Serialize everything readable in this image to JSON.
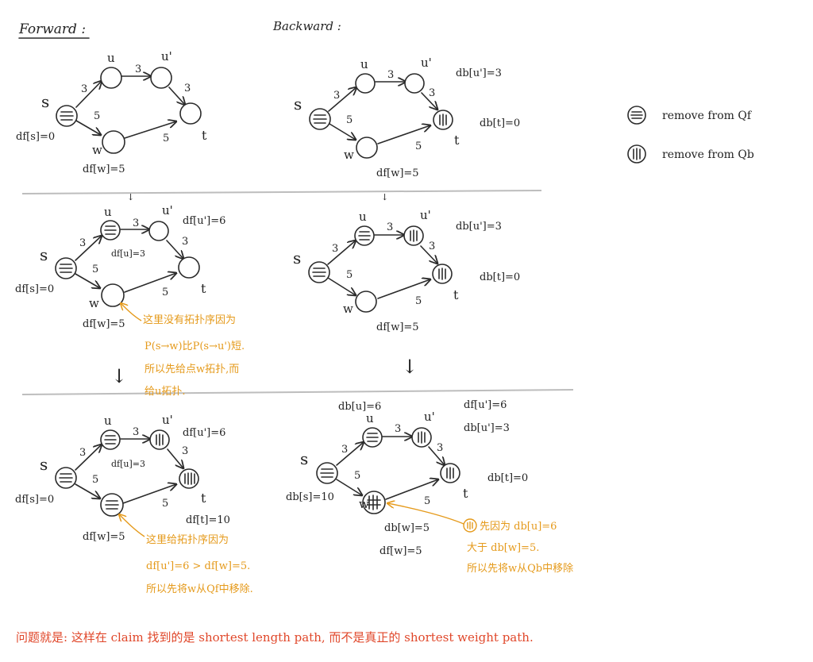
{
  "headers": {
    "forward": "Forward :",
    "backward": "Backward :"
  },
  "legend": [
    {
      "marker": "horizontal",
      "text": "remove from Qf"
    },
    {
      "marker": "vertical",
      "text": "remove from Qb"
    }
  ],
  "node_labels": {
    "s": "s",
    "u": "u",
    "u_prime": "u'",
    "w": "w",
    "t": "t"
  },
  "edge_weights": {
    "s_u": "3",
    "u_uprime": "3",
    "uprime_t": "3",
    "s_w": "5",
    "w_t": "5"
  },
  "labels": {
    "df_s": "df[s]=0",
    "df_w": "df[w]=5",
    "df_u": "df[u]=3",
    "df_uprime": "df[u']=6",
    "df_t": "df[t]=10",
    "db_uprime": "db[u']=3",
    "db_t": "db[t]=0",
    "db_u": "db[u]=6",
    "db_s": "db[s]=10",
    "db_w": "db[w]=5"
  },
  "annotations": {
    "mid": [
      "这里没有拓扑序因为",
      "P(s→w)比P(s→u')短.",
      "所以先给点w拓扑,而",
      "给u拓扑."
    ],
    "bottom_left": [
      "这里给拓扑序因为",
      "df[u']=6 > df[w]=5.",
      "所以先将w从Qf中移除."
    ],
    "bottom_right": [
      "先因为 db[u]=6",
      "大于 db[w]=5.",
      "所以先将w从Qb中移除"
    ]
  },
  "footer": "问题就是: 这样在 claim 找到的是 shortest length path, 而不是真正的 shortest weight path."
}
